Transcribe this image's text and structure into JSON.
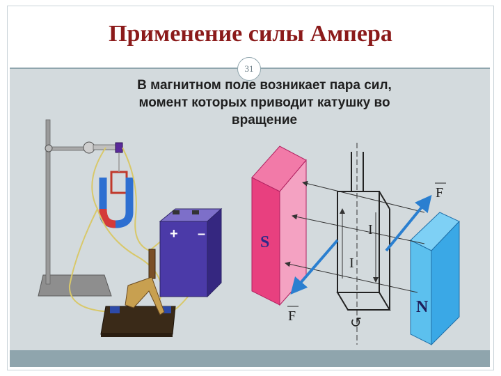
{
  "slide": {
    "title": "Применение силы Ампера",
    "slide_number": "31",
    "body_line1": "В магнитном поле возникает пара сил,",
    "body_line2": "момент которых приводит катушку во",
    "body_line3": "вращение"
  },
  "diagram": {
    "battery_plus": "+",
    "battery_minus": "–",
    "pole_south": "S",
    "pole_north": "N",
    "current_label": "I",
    "force_label": "F",
    "rotation_label": "↺"
  },
  "colors": {
    "title": "#8b1a1a",
    "background_panel": "#d3dadd",
    "accent_bar": "#8fa5ad",
    "magnet_south": "#e8407f",
    "magnet_north": "#3aa8e6",
    "force_arrow": "#2a7fd0"
  }
}
